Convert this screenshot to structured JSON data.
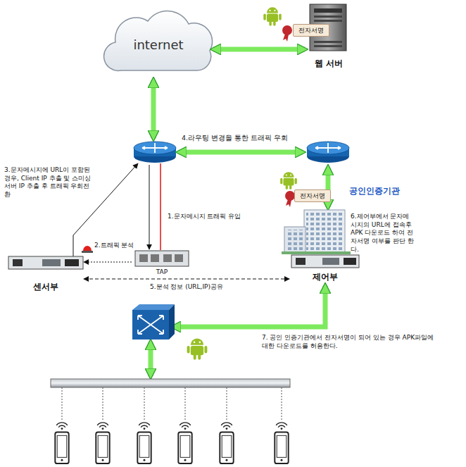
{
  "diagram": {
    "nodes": [
      {
        "text": [
          "internet"
        ]
      },
      {
        "text": [
          "웹 서버"
        ]
      },
      {
        "text": [
          "전자서명"
        ]
      },
      {
        "text": [
          "전자서명"
        ]
      },
      {
        "text": [
          "공인인증기관"
        ]
      },
      {
        "text": [
          "센서부"
        ]
      },
      {
        "text": [
          "TAP"
        ]
      },
      {
        "text": [
          "제어부"
        ]
      }
    ],
    "edges": [
      {
        "from": 0,
        "to": 1,
        "arrow": "both"
      },
      {
        "from": 6,
        "to": 5,
        "arrow": "to"
      },
      {
        "from": 5,
        "to": 7,
        "label": "5.분석 정보 (URL,IP)공유",
        "arrow": "both"
      }
    ],
    "labels": [
      "4.라우팅 변경을 통한 트래픽 우회",
      "3.문자메시지에 URL이 포함된 경우, Client IP 추출 및 스미싱 서버 IP 추출 후 트래픽 우회전환",
      "1.문자메시지 트래픽 유입",
      "2.트래픽 분석",
      "6.제어부에서 문자메시지의 URL에 접속후 APK 다운로드 하여 전자서명 여부를 판단 한다.",
      "7. 공인 인증기관에서 전자서명이 되어 있는 경우 APK파일에 대한 다운로드를 허용한다."
    ]
  }
}
